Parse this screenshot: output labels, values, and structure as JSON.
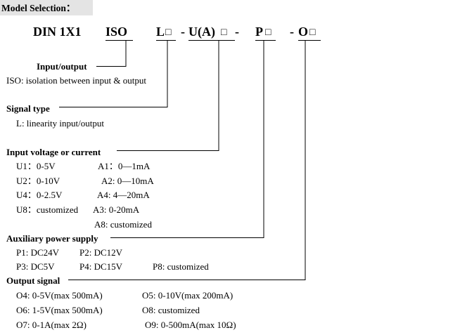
{
  "header": {
    "title": "Model Selection："
  },
  "model_code": {
    "din": "DIN 1X1",
    "iso": "ISO",
    "l": "L",
    "l_box": "□",
    "sep1": "-",
    "u": "U(A)",
    "u_box": "□",
    "sep2": "-",
    "p": "P",
    "p_box": "□",
    "sep3": "-",
    "o": "O",
    "o_box": "□"
  },
  "sections": {
    "input_output": {
      "title": "Input/output",
      "desc": "ISO: isolation between input & output"
    },
    "signal_type": {
      "title": "Signal type",
      "desc": "L: linearity input/output"
    },
    "input_voltage": {
      "title": "Input voltage or current",
      "u1": "U1：0-5V",
      "a1": "A1：0—1mA",
      "u2": "U2：0-10V",
      "a2": "A2: 0—10mA",
      "u4": "U4：0-2.5V",
      "a4": "A4: 4—20mA",
      "u8": "U8：customized",
      "a3": "A3: 0-20mA",
      "a8": "A8: customized"
    },
    "aux_power": {
      "title": "Auxiliary power supply",
      "p1": "P1: DC24V",
      "p2": "P2: DC12V",
      "p3": "P3: DC5V",
      "p4": "P4: DC15V",
      "p8": "P8: customized"
    },
    "output_signal": {
      "title": "Output signal",
      "o4": "O4: 0-5V(max 500mA)",
      "o5": "O5: 0-10V(max 200mA)",
      "o6": "O6: 1-5V(max 500mA)",
      "o8": "O8: customized",
      "o7": "O7: 0-1A(max 2Ω)",
      "o9": "O9: 0-500mA(max 10Ω)"
    }
  }
}
